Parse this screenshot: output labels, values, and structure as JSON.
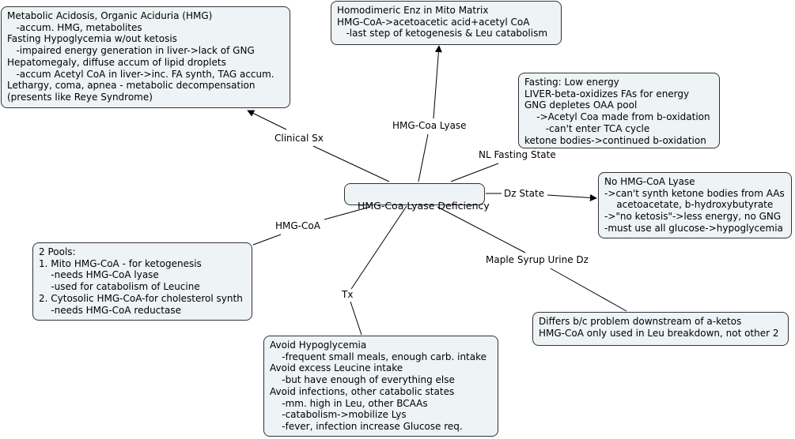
{
  "concept_map": {
    "center": {
      "label": "HMG-Coa Lyase Deficiency"
    },
    "nodes": {
      "clinical": {
        "lines": [
          "Metabolic Acidosis, Organic Aciduria (HMG)",
          "   -accum. HMG, metabolites",
          "Fasting Hypoglycemia w/out ketosis",
          "   -impaired energy generation in liver->lack of GNG",
          "Hepatomegaly, diffuse accum of lipid droplets",
          "   -accum Acetyl CoA in liver->inc. FA synth, TAG accum.",
          "Lethargy, coma, apnea - metabolic decompensation",
          "(presents like Reye Syndrome)"
        ]
      },
      "enzyme": {
        "lines": [
          "Homodimeric Enz in Mito Matrix",
          "HMG-CoA->acetoacetic acid+acetyl CoA",
          "   -last step of ketogenesis & Leu catabolism"
        ]
      },
      "fasting": {
        "lines": [
          "Fasting: Low energy",
          "LIVER-beta-oxidizes FAs for energy",
          "GNG depletes OAA pool",
          "    ->Acetyl Coa made from b-oxidation",
          "       -can't enter TCA cycle",
          "ketone bodies->continued b-oxidation"
        ]
      },
      "dz_state": {
        "lines": [
          "No HMG-CoA Lyase",
          "->can't synth ketone bodies from AAs",
          "    acetoacetate, b-hydroxybutyrate",
          "->\"no ketosis\"->less energy, no GNG",
          "-must use all glucose->hypoglycemia"
        ]
      },
      "pools": {
        "lines": [
          "2 Pools:",
          "1. Mito HMG-CoA - for ketogenesis",
          "    -needs HMG-CoA lyase",
          "    -used for catabolism of Leucine",
          "2. Cytosolic HMG-CoA-for cholesterol synth",
          "    -needs HMG-CoA reductase"
        ]
      },
      "tx": {
        "lines": [
          "Avoid Hypoglycemia",
          "    -frequent small meals, enough carb. intake",
          "Avoid excess Leucine intake",
          "    -but have enough of everything else",
          "Avoid infections, other catabolic states",
          "    -mm. high in Leu, other BCAAs",
          "    -catabolism->mobilize Lys",
          "    -fever, infection increase Glucose req."
        ]
      },
      "msud": {
        "lines": [
          "Differs b/c problem downstream of a-ketos",
          "HMG-CoA only used in Leu breakdown, not other 2"
        ]
      }
    },
    "link_labels": {
      "clinical": "Clinical Sx",
      "enzyme": "HMG-Coa Lyase",
      "fasting": "NL Fasting State",
      "dz_state": "Dz State",
      "pools": "HMG-CoA",
      "tx": "Tx",
      "msud": "Maple Syrup Urine Dz"
    },
    "colors": {
      "node_fill": "#eef3f5",
      "node_border": "#333333",
      "line": "#000000"
    }
  }
}
